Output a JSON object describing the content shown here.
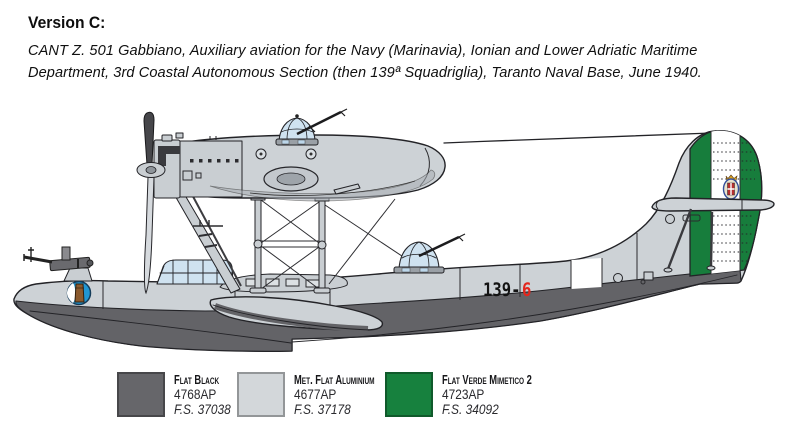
{
  "header": {
    "version_label": "Version C:",
    "description_line1": "CANT Z. 501 Gabbiano, Auxiliary aviation for the Navy (Marinavia), Ionian and Lower Adriatic Maritime",
    "description_line2": "Department, 3rd Coastal Autonomous Section (then 139ª Squadriglia), Taranto Naval Base, June 1940."
  },
  "illustration": {
    "squadron_code_black": "139-",
    "squadron_code_red": "6",
    "colors": {
      "fuselage_light_gray": "#cdd2d6",
      "hull_bottom_dark_gray": "#636367",
      "tail_green": "#177d3c",
      "code_red": "#e3261d",
      "canopy_glass_blue": "#cfe2f0",
      "nose_emblem_blue": "#2196d2",
      "nose_emblem_brown": "#8a5a2e",
      "outline": "#232327"
    }
  },
  "palette": {
    "swatches": [
      {
        "name": "Flat Black",
        "code": "4768AP",
        "fs": "F.S. 37038",
        "hex": "#66666a"
      },
      {
        "name": "Met. Flat Aluminium",
        "code": "4677AP",
        "fs": "F.S. 37178",
        "hex": "#d3d7da"
      },
      {
        "name": "Flat Verde Mimetico 2",
        "code": "4723AP",
        "fs": "F.S. 34092",
        "hex": "#17813e"
      }
    ]
  }
}
